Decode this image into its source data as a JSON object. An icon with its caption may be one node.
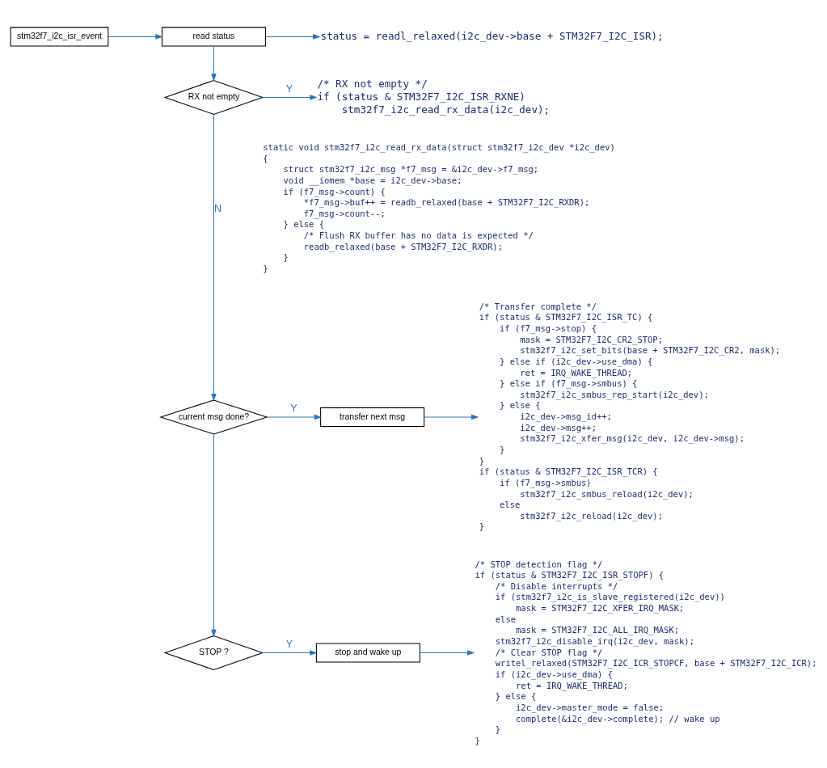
{
  "diagram": {
    "nodes": [
      {
        "text": [
          "stm32f7_i2c_isr_event"
        ]
      },
      {
        "text": [
          "read status"
        ]
      },
      {
        "text": [
          "status = readl_relaxed(i2c_dev->base + STM32F7_I2C_ISR);"
        ]
      },
      {
        "text": [
          "RX not empty"
        ]
      },
      {
        "text": [
          "/* RX not empty */",
          "if (status & STM32F7_I2C_ISR_RXNE)",
          "    stm32f7_i2c_read_rx_data(i2c_dev);"
        ]
      },
      {
        "text": [
          "current msg done?"
        ]
      },
      {
        "text": [
          "transfer next msg"
        ]
      },
      {
        "text": [
          "/* Transfer complete */",
          "if (status & STM32F7_I2C_ISR_TC) {",
          "    if (f7_msg->stop) {",
          "        mask = STM32F7_I2C_CR2_STOP;",
          "        stm32f7_i2c_set_bits(base + STM32F7_I2C_CR2, mask);",
          "    } else if (i2c_dev->use_dma) {",
          "        ret = IRQ_WAKE_THREAD;",
          "    } else if (f7_msg->smbus) {",
          "        stm32f7_i2c_smbus_rep_start(i2c_dev);",
          "    } else {",
          "        i2c_dev->msg_id++;",
          "        i2c_dev->msg++;",
          "        stm32f7_i2c_xfer_msg(i2c_dev, i2c_dev->msg);",
          "    }",
          "}",
          "if (status & STM32F7_I2C_ISR_TCR) {",
          "    if (f7_msg->smbus)",
          "        stm32f7_i2c_smbus_reload(i2c_dev);",
          "    else",
          "        stm32f7_i2c_reload(i2c_dev);",
          "}"
        ]
      },
      {
        "text": [
          "STOP ?"
        ]
      },
      {
        "text": [
          "stop and wake up"
        ]
      },
      {
        "text": [
          "/* STOP detection flag */",
          "if (status & STM32F7_I2C_ISR_STOPF) {",
          "    /* Disable interrupts */",
          "    if (stm32f7_i2c_is_slave_registered(i2c_dev))",
          "        mask = STM32F7_I2C_XFER_IRQ_MASK;",
          "    else",
          "        mask = STM32F7_I2C_ALL_IRQ_MASK;",
          "    stm32f7_i2c_disable_irq(i2c_dev, mask);",
          "    /* Clear STOP flag */",
          "    writel_relaxed(STM32F7_I2C_ICR_STOPCF, base + STM32F7_I2C_ICR);",
          "    if (i2c_dev->use_dma) {",
          "        ret = IRQ_WAKE_THREAD;",
          "    } else {",
          "        i2c_dev->master_mode = false;",
          "        complete(&i2c_dev->complete); // wake up",
          "    }",
          "}"
        ]
      }
    ],
    "edges": [
      {
        "from": 0,
        "to": 1,
        "arrow": "to"
      },
      {
        "from": 1,
        "to": 2,
        "arrow": "to"
      },
      {
        "from": 1,
        "to": 3,
        "arrow": "to"
      },
      {
        "from": 3,
        "to": 4,
        "arrow": "to",
        "label": "Y"
      },
      {
        "from": 3,
        "to": 5,
        "arrow": "to",
        "label": "N"
      },
      {
        "from": 5,
        "to": 6,
        "arrow": "to",
        "label": "Y"
      },
      {
        "from": 6,
        "to": 7,
        "arrow": "to"
      },
      {
        "from": 5,
        "to": 8,
        "arrow": "to"
      },
      {
        "from": 8,
        "to": 9,
        "arrow": "to",
        "label": "Y"
      },
      {
        "from": 9,
        "to": 10,
        "arrow": "to"
      }
    ],
    "labels": [
      "static void stm32f7_i2c_read_rx_data(struct stm32f7_i2c_dev *i2c_dev)",
      "{",
      "    struct stm32f7_i2c_msg *f7_msg = &i2c_dev->f7_msg;",
      "    void __iomem *base = i2c_dev->base;",
      "    if (f7_msg->count) {",
      "        *f7_msg->buf++ = readb_relaxed(base + STM32F7_I2C_RXDR);",
      "        f7_msg->count--;",
      "    } else {",
      "        /* Flush RX buffer has no data is expected */",
      "        readb_relaxed(base + STM32F7_I2C_RXDR);",
      "    }",
      "}"
    ]
  }
}
